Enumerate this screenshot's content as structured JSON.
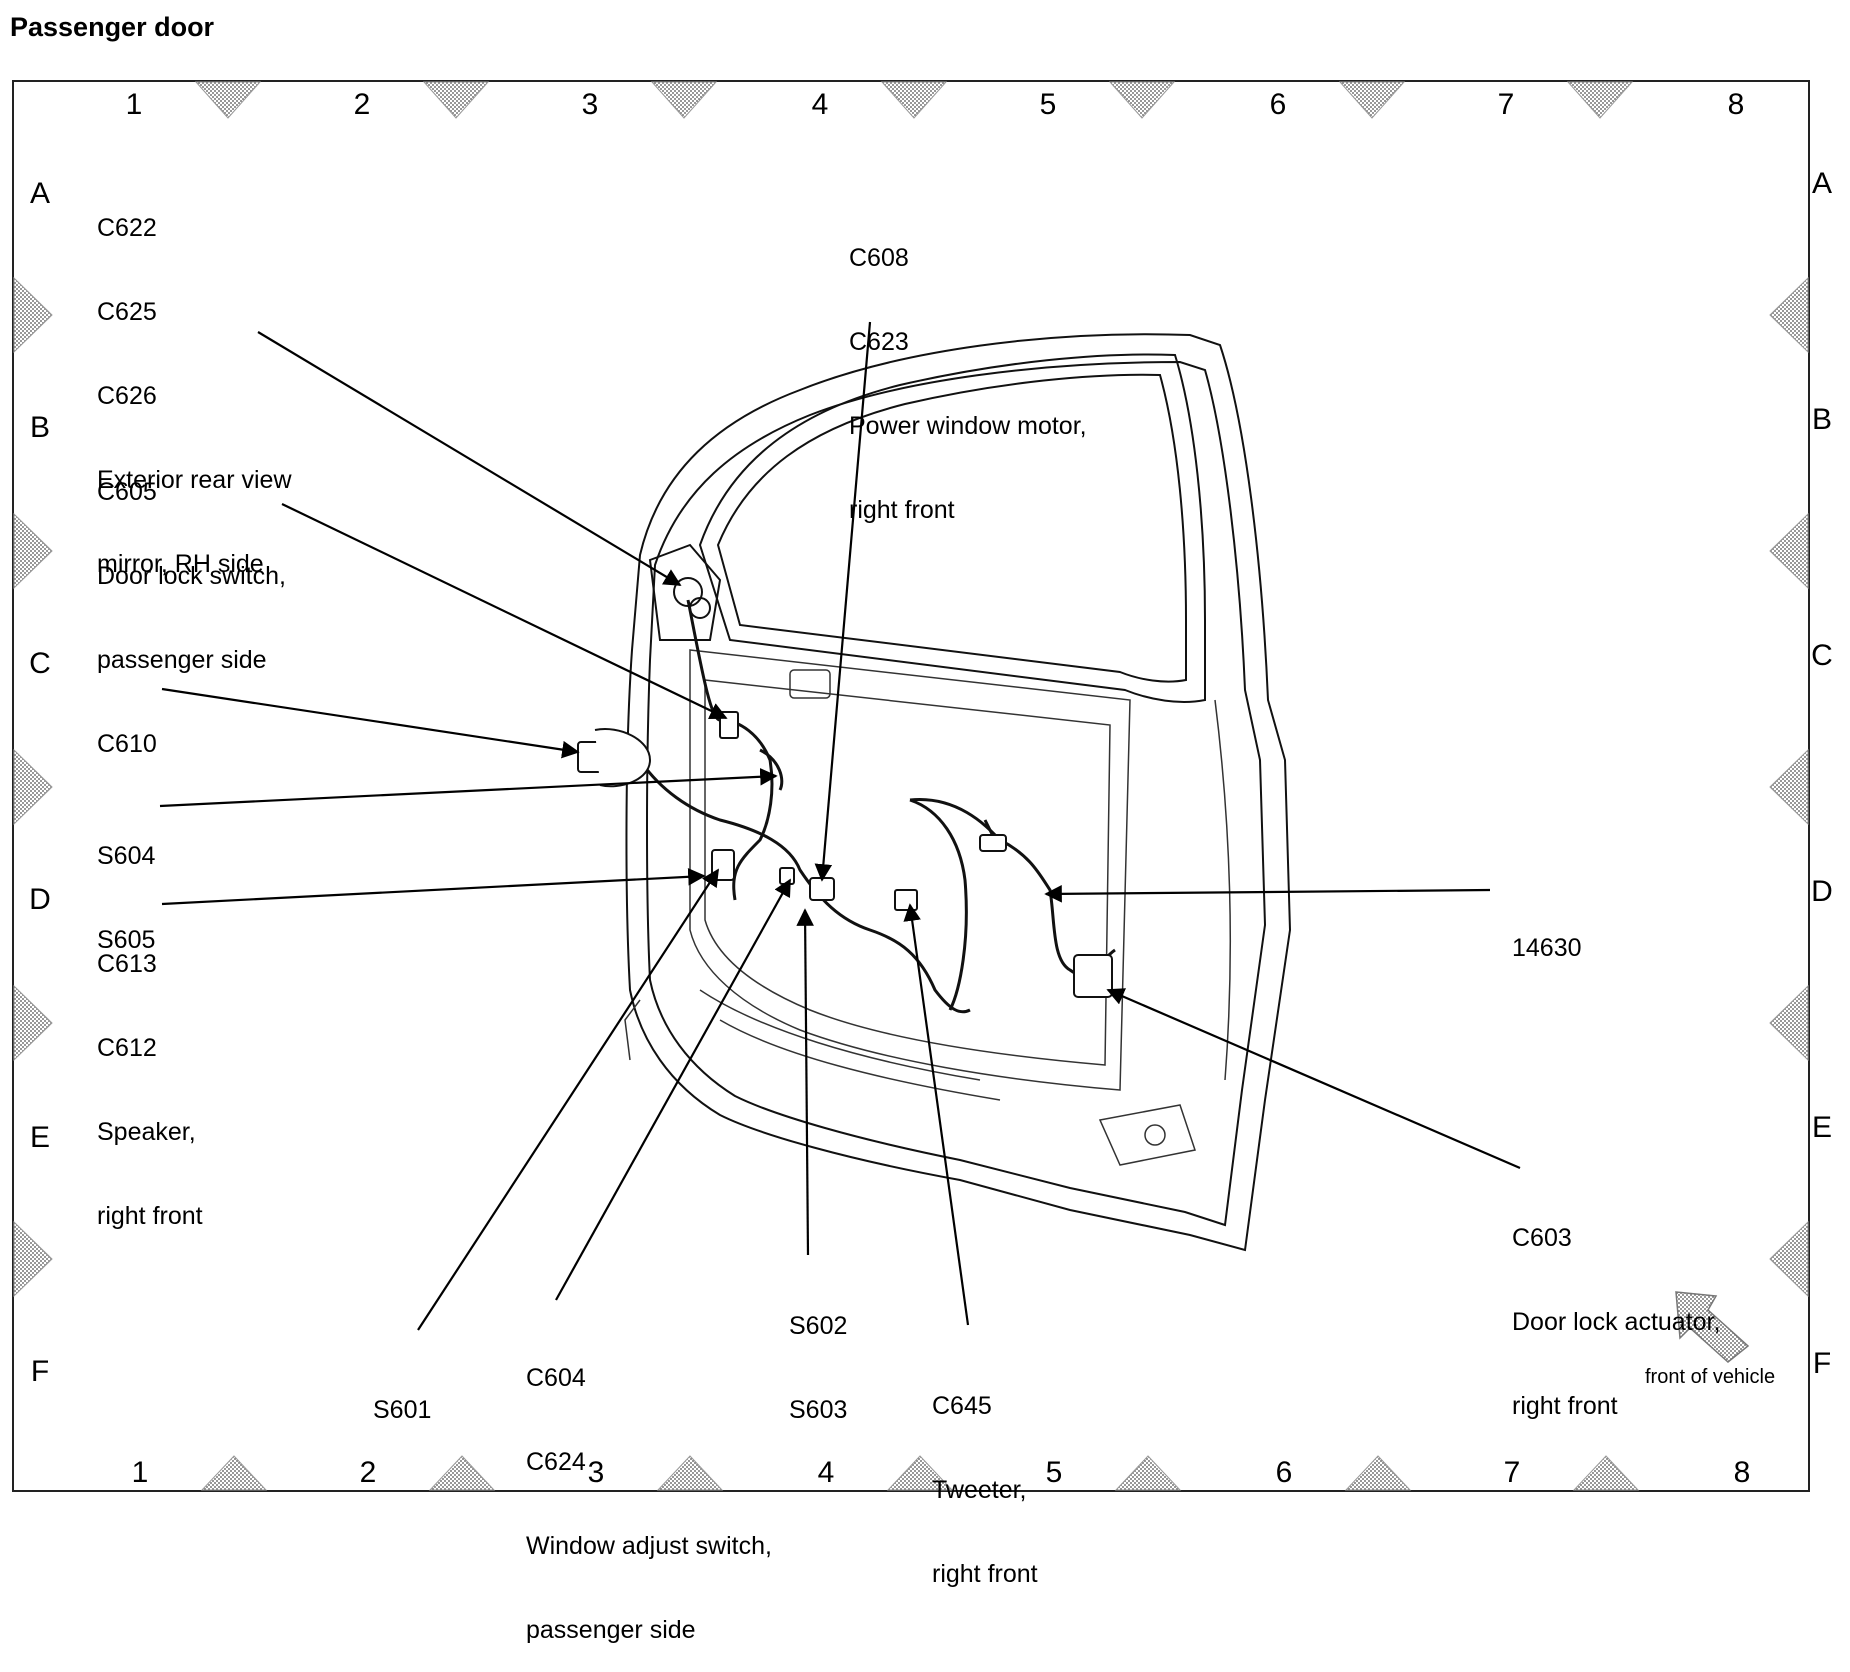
{
  "page_title": "Passenger door",
  "grid": {
    "columns": [
      "1",
      "2",
      "3",
      "4",
      "5",
      "6",
      "7",
      "8"
    ],
    "rows": [
      "A",
      "B",
      "C",
      "D",
      "E",
      "F"
    ]
  },
  "callouts": {
    "mirror": [
      "C622",
      "C625",
      "C626",
      "Exterior rear view",
      "mirror, RH side"
    ],
    "door_lock_switch": [
      "C605",
      "Door lock switch,",
      "passenger side"
    ],
    "power_window_motor": [
      "C608",
      "C623",
      "Power window motor,",
      "right front"
    ],
    "c610": [
      "C610"
    ],
    "splices_s604": [
      "S604",
      "S605"
    ],
    "speaker": [
      "C613",
      "C612",
      "Speaker,",
      "right front"
    ],
    "harness": [
      "14630"
    ],
    "door_lock_actuator": [
      "C603",
      "Door lock actuator,",
      "right front"
    ],
    "s601": [
      "S601"
    ],
    "window_switch": [
      "C604",
      "C624",
      "Window adjust switch,",
      "passenger side"
    ],
    "splices_s602": [
      "S602",
      "S603"
    ],
    "tweeter": [
      "C645",
      "Tweeter,",
      "right front"
    ]
  },
  "front_of_vehicle": "front of vehicle"
}
